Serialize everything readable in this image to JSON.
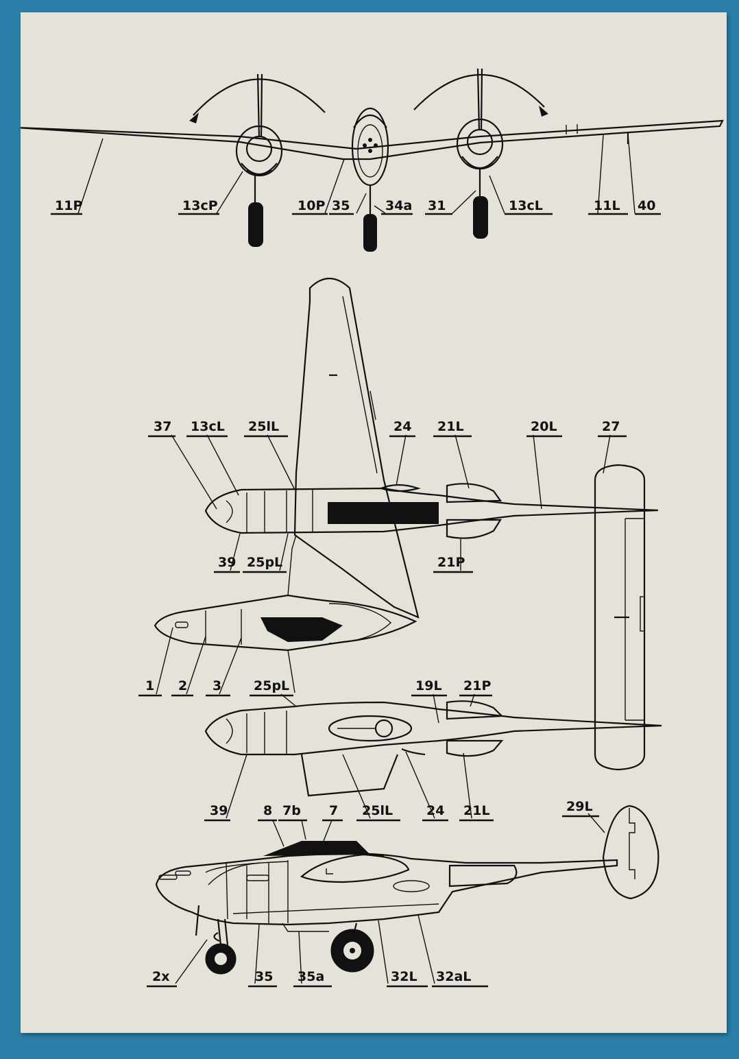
{
  "colors": {
    "background": "#2a7fa8",
    "paper": "#e4e2d9",
    "ink": "#111111"
  },
  "front_view": {
    "callouts": [
      "11P",
      "13cP",
      "10P",
      "35",
      "34a",
      "31",
      "13cL",
      "11L",
      "40"
    ]
  },
  "top_view": {
    "callouts_top": [
      "37",
      "13cL",
      "25lL",
      "24",
      "21L",
      "20L",
      "27"
    ],
    "callouts_bottom": [
      "39",
      "25pL",
      "21P"
    ]
  },
  "center_pod": {
    "callouts": [
      "1",
      "2",
      "3"
    ]
  },
  "bottom_view": {
    "callouts_top": [
      "25pL",
      "19L",
      "21P"
    ],
    "callouts_bottom": [
      "39",
      "25lL",
      "24",
      "21L"
    ]
  },
  "side_view": {
    "callouts_top": [
      "8",
      "7b",
      "7",
      "29L"
    ],
    "callouts_bottom": [
      "2x",
      "35",
      "35a",
      "32L",
      "32aL"
    ]
  }
}
